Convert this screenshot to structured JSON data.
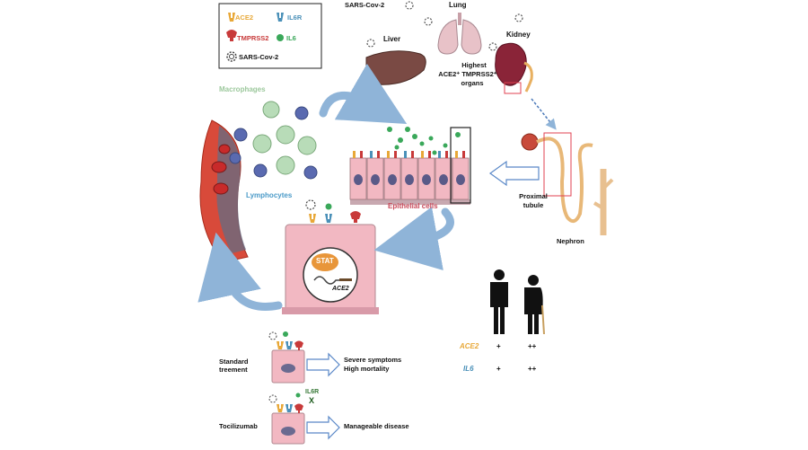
{
  "colors": {
    "ace2": "#e8a838",
    "il6r": "#4a90b8",
    "tmprss2": "#c83a3a",
    "il6": "#3aa85a",
    "macrophage": "#9cc89c",
    "lymphocyte": "#4a9ac8",
    "epithelial": "#c84a5a",
    "arrow_blue": "#8fb4d8",
    "cell_pink": "#f2b8c2",
    "stat": "#e8963a"
  },
  "legend": {
    "ace2": "ACE2",
    "il6r": "IL6R",
    "tmprss2": "TMPRSS2",
    "il6": "IL6",
    "virus": "SARS-Cov-2"
  },
  "organs": {
    "virus_label": "SARS-Cov-2",
    "lung": "Lung",
    "liver": "Liver",
    "kidney": "Kidney",
    "highest_line1": "Highest",
    "highest_line2": "ACE2⁺ TMPRSS2⁺",
    "highest_line3": "organs"
  },
  "cells": {
    "macrophages": "Macrophages",
    "lymphocytes": "Lymphocytes",
    "epithelial": "Epithelial cells",
    "stat": "STAT",
    "ace2_gene": "ACE2"
  },
  "kidney_detail": {
    "proximal_line1": "Proximal",
    "proximal_line2": "tubule",
    "nephron": "Nephron"
  },
  "age_table": {
    "rows": [
      {
        "label": "ACE2",
        "young": "+",
        "old": "++"
      },
      {
        "label": "IL6",
        "young": "+",
        "old": "++"
      }
    ]
  },
  "treatments": {
    "standard_line1": "Standard",
    "standard_line2": "treement",
    "standard_out1": "Severe symptoms",
    "standard_out2": "High mortality",
    "il6r_label": "IL6R",
    "block": "X",
    "tocilizumab": "Tocilizumab",
    "tocilizumab_out": "Manageable disease"
  }
}
